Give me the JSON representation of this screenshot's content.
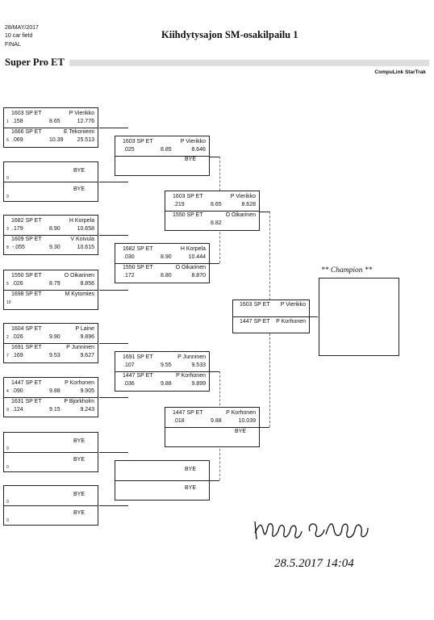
{
  "header": {
    "date": "28/MAY/2017",
    "field": "10 car field",
    "round": "FINAL",
    "event_title": "Kiihdytysajon SM-osakilpailu 1",
    "class_name": "Super Pro ET",
    "brand": "CompuLink StarTrak"
  },
  "champion_label": "** Champion **",
  "signature_text": "28.5.2017   14:04",
  "round1": [
    {
      "car": "1603 SP ET",
      "name": "P Vierikko",
      "lane": "1",
      "rt": ".158",
      "et": "8.65",
      "speed": "12.776"
    },
    {
      "car": "1666 SP ET",
      "name": "E Tekoniemi",
      "lane": "6",
      "rt": ".069",
      "et": "10.39",
      "speed": "25.513"
    },
    {
      "bye": "BYE",
      "zero": "0"
    },
    {
      "bye": "BYE",
      "zero": "0"
    },
    {
      "car": "1682 SP ET",
      "name": "H Korpela",
      "lane": "3",
      "rt": ".179",
      "et": "8.90",
      "speed": "10.658"
    },
    {
      "car": "1609 SP ET",
      "name": "V Koivula",
      "lane": "8",
      "rt": "-.055",
      "et": "9.30",
      "speed": "10.615"
    },
    {
      "car": "1550 SP ET",
      "name": "O Oikarinen",
      "lane": "5",
      "rt": ".026",
      "et": "8.79",
      "speed": "8.856"
    },
    {
      "car": "1698 SP ET",
      "name": "M Kytomies",
      "lane": "10",
      "rt": "",
      "et": "",
      "speed": ""
    },
    {
      "car": "1604 SP ET",
      "name": "P Laine",
      "lane": "2",
      "rt": ".026",
      "et": "9.90",
      "speed": "9.896"
    },
    {
      "car": "1691 SP ET",
      "name": "P Junninen",
      "lane": "7",
      "rt": ".169",
      "et": "9.53",
      "speed": "9.627"
    },
    {
      "car": "1447 SP ET",
      "name": "P Korhonen",
      "lane": "4",
      "rt": ".090",
      "et": "9.88",
      "speed": "9.905"
    },
    {
      "car": "1631 SP ET",
      "name": "P Bjorkholm",
      "lane": "9",
      "rt": ".124",
      "et": "9.15",
      "speed": "9.243"
    },
    {
      "bye": "BYE",
      "zero": "0"
    },
    {
      "bye": "BYE",
      "zero": "0"
    },
    {
      "bye": "BYE",
      "zero": "0"
    },
    {
      "bye": "BYE",
      "zero": "0"
    }
  ],
  "round2": [
    {
      "car": "1603 SP ET",
      "name": "P Vierikko",
      "rt": ".025",
      "et": "8.85",
      "speed": "8.646"
    },
    {
      "bye": "BYE"
    },
    {
      "car": "1682 SP ET",
      "name": "H Korpela",
      "rt": ".030",
      "et": "8.90",
      "speed": "10.444"
    },
    {
      "car": "1550 SP ET",
      "name": "O Oikarinen",
      "rt": ".172",
      "et": "8.80",
      "speed": "8.870"
    },
    {
      "car": "1691 SP ET",
      "name": "P Junninen",
      "rt": ".107",
      "et": "9.55",
      "speed": "9.533"
    },
    {
      "car": "1447 SP ET",
      "name": "P Korhonen",
      "rt": ".036",
      "et": "9.88",
      "speed": "9.899"
    },
    {
      "bye": "BYE"
    },
    {
      "bye": "BYE"
    }
  ],
  "round3": [
    {
      "car": "1603 SP ET",
      "name": "P Vierikko",
      "rt": ".219",
      "et": "8.65",
      "speed": "8.628"
    },
    {
      "car": "1550 SP ET",
      "name": "O Oikarinen",
      "rt": "",
      "et": "8.82",
      "speed": ""
    },
    {
      "car": "1447 SP ET",
      "name": "P Korhonen",
      "rt": ".018",
      "et": "9.88",
      "speed": "10.039"
    },
    {
      "bye": "BYE"
    }
  ],
  "final": [
    {
      "car": "1603 SP ET",
      "name": "P Vierikko"
    },
    {
      "car": "1447 SP ET",
      "name": "P Korhonen"
    }
  ]
}
